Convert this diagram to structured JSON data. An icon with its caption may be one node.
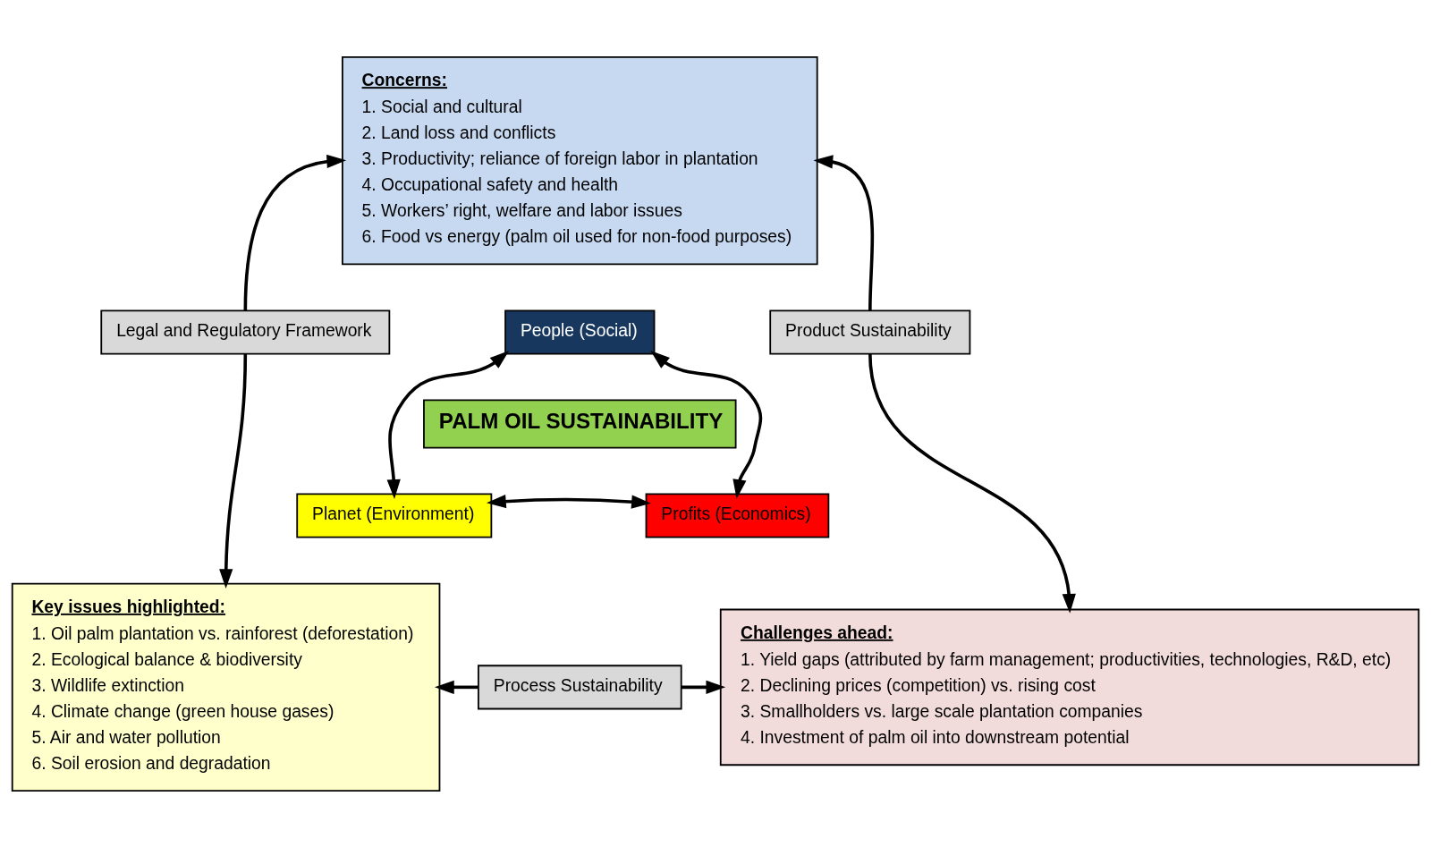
{
  "diagram": {
    "nodes": [
      {
        "text": [
          "Concerns:",
          "1. Social and cultural",
          "2. Land loss and conflicts",
          "3. Productivity; reliance of foreign labor in plantation",
          "4. Occupational safety and health",
          "5. Workers’ right, welfare and labor issues",
          "6. Food vs energy (palm oil used for non-food purposes)"
        ]
      },
      {
        "text": [
          "People (Social)"
        ]
      },
      {
        "text": [
          "PALM OIL SUSTAINABILITY"
        ]
      },
      {
        "text": [
          "Planet (Environment)"
        ]
      },
      {
        "text": [
          "Profits (Economics)"
        ]
      },
      {
        "text": [
          "Legal and Regulatory Framework"
        ]
      },
      {
        "text": [
          "Product Sustainability"
        ]
      },
      {
        "text": [
          "Key issues highlighted:",
          "1. Oil palm plantation vs. rainforest (deforestation)",
          "2. Ecological balance & biodiversity",
          "3. Wildlife extinction",
          "4. Climate change (green house gases)",
          "5. Air and water pollution",
          "6. Soil erosion and degradation"
        ]
      },
      {
        "text": [
          "Challenges ahead:",
          "1. Yield gaps (attributed by farm management; productivities, technologies, R&D, etc)",
          "2. Declining prices (competition) vs. rising cost",
          "3. Smallholders vs. large scale plantation companies",
          "4. Investment of palm oil into downstream potential"
        ]
      },
      {
        "text": [
          "Process Sustainability"
        ]
      }
    ],
    "edges": [
      {
        "from": 5,
        "to": 0,
        "arrow": "to"
      },
      {
        "from": 5,
        "to": 7,
        "arrow": "to"
      },
      {
        "from": 6,
        "to": 0,
        "arrow": "to"
      },
      {
        "from": 6,
        "to": 8,
        "arrow": "to"
      },
      {
        "from": 1,
        "to": 3,
        "arrow": "both"
      },
      {
        "from": 1,
        "to": 4,
        "arrow": "both"
      },
      {
        "from": 3,
        "to": 4,
        "arrow": "both"
      },
      {
        "from": 9,
        "to": 7,
        "arrow": "to"
      },
      {
        "from": 9,
        "to": 8,
        "arrow": "to"
      }
    ]
  }
}
